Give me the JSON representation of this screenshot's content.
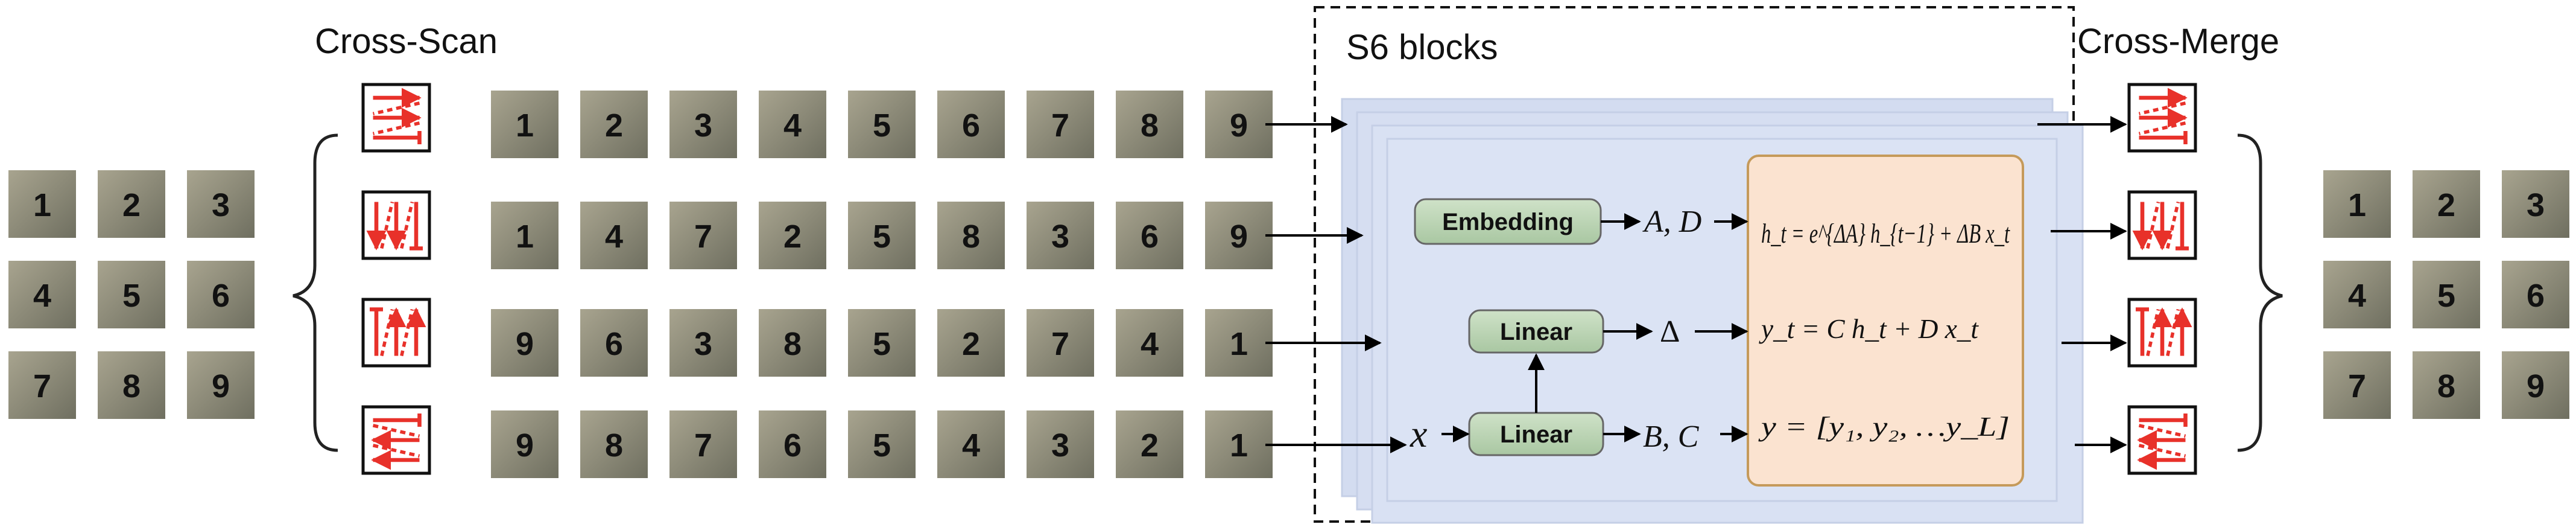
{
  "labels": {
    "cross_scan": "Cross-Scan",
    "s6_blocks": "S6 blocks",
    "cross_merge": "Cross-Merge"
  },
  "input_grid": [
    "1",
    "2",
    "3",
    "4",
    "5",
    "6",
    "7",
    "8",
    "9"
  ],
  "output_grid": [
    "1",
    "2",
    "3",
    "4",
    "5",
    "6",
    "7",
    "8",
    "9"
  ],
  "scan_sequences": [
    [
      "1",
      "2",
      "3",
      "4",
      "5",
      "6",
      "7",
      "8",
      "9"
    ],
    [
      "1",
      "4",
      "7",
      "2",
      "5",
      "8",
      "3",
      "6",
      "9"
    ],
    [
      "9",
      "6",
      "3",
      "8",
      "5",
      "2",
      "7",
      "4",
      "1"
    ],
    [
      "9",
      "8",
      "7",
      "6",
      "5",
      "4",
      "3",
      "2",
      "1"
    ]
  ],
  "boxes": {
    "embedding": "Embedding",
    "linear_top": "Linear",
    "linear_bottom": "Linear"
  },
  "symbols": {
    "x": "x",
    "a_d": "A, D",
    "delta": "Δ",
    "b_c": "B, C"
  },
  "equations": {
    "h_t": "h_t = e^{ΔA} h_{t−1} + ΔB x_t",
    "y_t": "y_t = C h_t + D x_t",
    "y": "y = [y₁, y₂, …y_L]"
  },
  "colors": {
    "tile_bg": "#8f8c7a",
    "s6_panel": "#dbe3f4",
    "equation_box": "#fbe3d0",
    "equation_border": "#c59a5a",
    "green_box": "#b9d3b3",
    "arrow_red": "#e8312a"
  },
  "icons": {
    "scan_icons": [
      "row-scan-icon",
      "column-scan-icon",
      "reverse-column-scan-icon",
      "reverse-row-scan-icon"
    ]
  }
}
